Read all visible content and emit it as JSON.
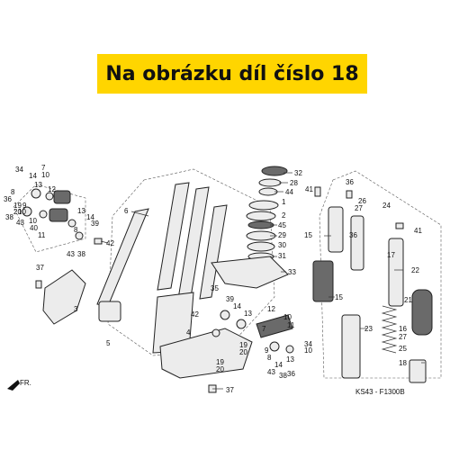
{
  "banner": {
    "text": "Na obrázku díl číslo 18",
    "color": "#ffd500"
  },
  "code": "KS43 - F1300B",
  "direction": "FR.",
  "callouts": [
    {
      "id": "c-34a",
      "n": "34"
    },
    {
      "id": "c-14a",
      "n": "14"
    },
    {
      "id": "c-7",
      "n": "7"
    },
    {
      "id": "c-10a",
      "n": "10"
    },
    {
      "id": "c-36a",
      "n": "36"
    },
    {
      "id": "c-8a",
      "n": "8"
    },
    {
      "id": "c-13a",
      "n": "13"
    },
    {
      "id": "c-12",
      "n": "12"
    },
    {
      "id": "c-19a",
      "n": "19"
    },
    {
      "id": "c-20a",
      "n": "20"
    },
    {
      "id": "c-10b",
      "n": "10"
    },
    {
      "id": "c-9a",
      "n": "9"
    },
    {
      "id": "c-38a",
      "n": "38"
    },
    {
      "id": "c-43a",
      "n": "43"
    },
    {
      "id": "c-40",
      "n": "40"
    },
    {
      "id": "c-10c",
      "n": "10"
    },
    {
      "id": "c-11",
      "n": "11"
    },
    {
      "id": "c-13b",
      "n": "13"
    },
    {
      "id": "c-14b",
      "n": "14"
    },
    {
      "id": "c-39a",
      "n": "39"
    },
    {
      "id": "c-8b",
      "n": "8"
    },
    {
      "id": "c-43b",
      "n": "43"
    },
    {
      "id": "c-38b",
      "n": "38"
    },
    {
      "id": "c-42",
      "n": "42"
    },
    {
      "id": "c-6",
      "n": "6"
    },
    {
      "id": "c-32",
      "n": "32"
    },
    {
      "id": "c-28",
      "n": "28"
    },
    {
      "id": "c-44",
      "n": "44"
    },
    {
      "id": "c-1",
      "n": "1"
    },
    {
      "id": "c-2",
      "n": "2"
    },
    {
      "id": "c-45",
      "n": "45"
    },
    {
      "id": "c-29",
      "n": "29"
    },
    {
      "id": "c-30",
      "n": "30"
    },
    {
      "id": "c-31",
      "n": "31"
    },
    {
      "id": "c-33",
      "n": "33"
    },
    {
      "id": "c-36b",
      "n": "36"
    },
    {
      "id": "c-41a",
      "n": "41"
    },
    {
      "id": "c-26",
      "n": "26"
    },
    {
      "id": "c-27",
      "n": "27"
    },
    {
      "id": "c-24",
      "n": "24"
    },
    {
      "id": "c-15a",
      "n": "15"
    },
    {
      "id": "c-36c",
      "n": "36"
    },
    {
      "id": "c-41b",
      "n": "41"
    },
    {
      "id": "c-17",
      "n": "17"
    },
    {
      "id": "c-22",
      "n": "22"
    },
    {
      "id": "c-15b",
      "n": "15"
    },
    {
      "id": "c-21",
      "n": "21"
    },
    {
      "id": "c-16",
      "n": "16"
    },
    {
      "id": "c-23",
      "n": "23"
    },
    {
      "id": "c-27b",
      "n": "27"
    },
    {
      "id": "c-25",
      "n": "25"
    },
    {
      "id": "c-18",
      "n": "18"
    },
    {
      "id": "c-37a",
      "n": "37"
    },
    {
      "id": "c-3",
      "n": "3"
    },
    {
      "id": "c-35",
      "n": "35"
    },
    {
      "id": "c-39b",
      "n": "39"
    },
    {
      "id": "c-14c",
      "n": "14"
    },
    {
      "id": "c-13c",
      "n": "13"
    },
    {
      "id": "c-42b",
      "n": "42"
    },
    {
      "id": "c-12b",
      "n": "12"
    },
    {
      "id": "c-10d",
      "n": "10"
    },
    {
      "id": "c-11b",
      "n": "11"
    },
    {
      "id": "c-7b",
      "n": "7"
    },
    {
      "id": "c-4",
      "n": "4"
    },
    {
      "id": "c-5",
      "n": "5"
    },
    {
      "id": "c-19b",
      "n": "19"
    },
    {
      "id": "c-20b",
      "n": "20"
    },
    {
      "id": "c-9b",
      "n": "9"
    },
    {
      "id": "c-8c",
      "n": "8"
    },
    {
      "id": "c-43c",
      "n": "43"
    },
    {
      "id": "c-38c",
      "n": "38"
    },
    {
      "id": "c-36d",
      "n": "36"
    },
    {
      "id": "c-34b",
      "n": "34"
    },
    {
      "id": "c-14d",
      "n": "14"
    },
    {
      "id": "c-13d",
      "n": "13"
    },
    {
      "id": "c-10e",
      "n": "10"
    },
    {
      "id": "c-19c",
      "n": "19"
    },
    {
      "id": "c-20c",
      "n": "20"
    },
    {
      "id": "c-37b",
      "n": "37"
    }
  ]
}
